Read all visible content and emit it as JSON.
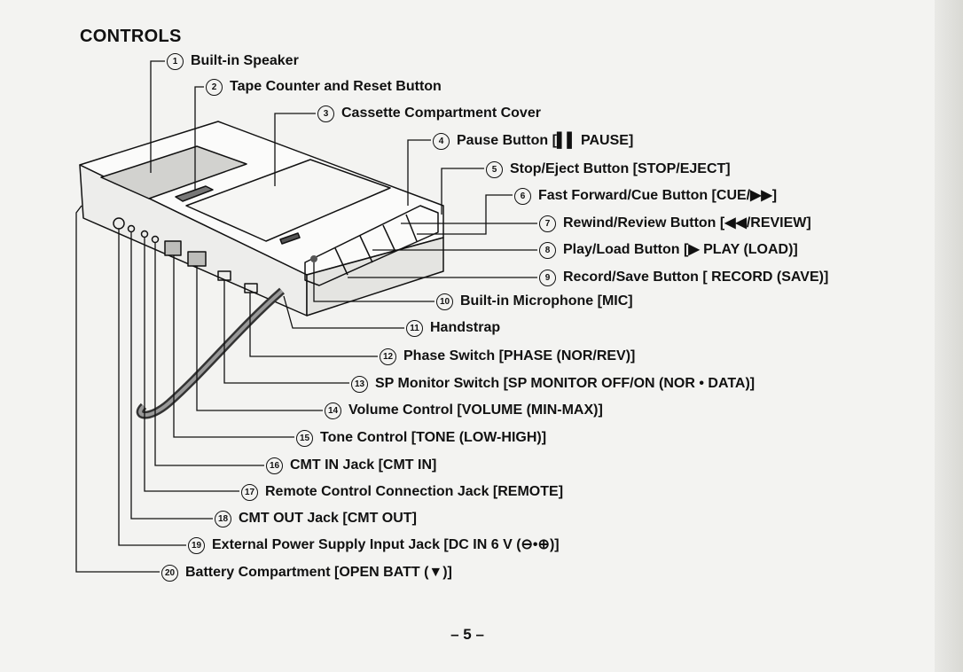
{
  "page": {
    "title": "CONTROLS",
    "page_number": "– 5 –"
  },
  "callouts": [
    {
      "num": "1",
      "label": "Built-in Speaker"
    },
    {
      "num": "2",
      "label": "Tape Counter and Reset Button"
    },
    {
      "num": "3",
      "label": "Cassette Compartment Cover"
    },
    {
      "num": "4",
      "label": "Pause Button [▌▌ PAUSE]"
    },
    {
      "num": "5",
      "label": "Stop/Eject Button [STOP/EJECT]"
    },
    {
      "num": "6",
      "label": "Fast Forward/Cue Button [CUE/▶▶]"
    },
    {
      "num": "7",
      "label": "Rewind/Review Button [◀◀/REVIEW]"
    },
    {
      "num": "8",
      "label": "Play/Load Button [▶ PLAY (LOAD)]"
    },
    {
      "num": "9",
      "label": "Record/Save Button [ RECORD (SAVE)]"
    },
    {
      "num": "10",
      "label": "Built-in Microphone [MIC]"
    },
    {
      "num": "11",
      "label": "Handstrap"
    },
    {
      "num": "12",
      "label": "Phase Switch [PHASE (NOR/REV)]"
    },
    {
      "num": "13",
      "label": "SP Monitor Switch [SP MONITOR OFF/ON (NOR • DATA)]"
    },
    {
      "num": "14",
      "label": "Volume Control [VOLUME (MIN-MAX)]"
    },
    {
      "num": "15",
      "label": "Tone Control [TONE (LOW-HIGH)]"
    },
    {
      "num": "16",
      "label": "CMT IN Jack [CMT IN]"
    },
    {
      "num": "17",
      "label": "Remote Control Connection Jack [REMOTE]"
    },
    {
      "num": "18",
      "label": "CMT OUT Jack [CMT OUT]"
    },
    {
      "num": "19",
      "label": "External Power Supply Input Jack [DC IN 6 V (⊖•⊕)]"
    },
    {
      "num": "20",
      "label": "Battery Compartment [OPEN BATT (▼)]"
    }
  ]
}
